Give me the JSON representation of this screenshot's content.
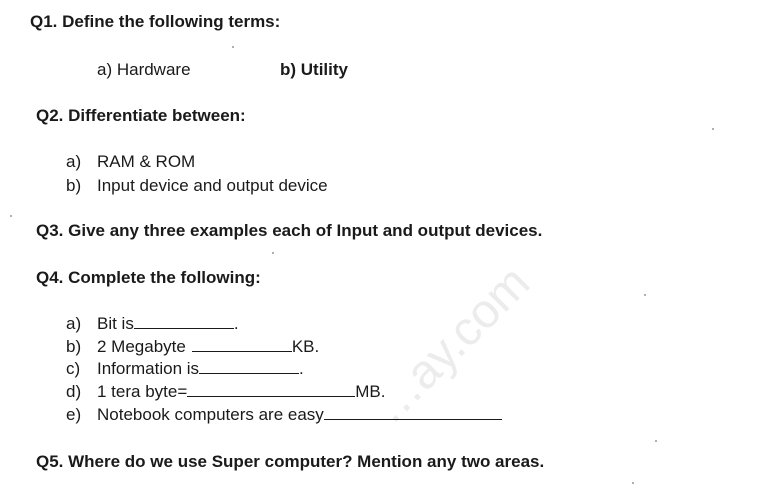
{
  "q1": {
    "title": "Q1. Define the following terms:",
    "a": "a) Hardware",
    "b": "b) Utility"
  },
  "q2": {
    "title": "Q2. Differentiate between:",
    "items": [
      {
        "label": "a)",
        "text": "RAM & ROM"
      },
      {
        "label": "b)",
        "text": "Input device and output device"
      }
    ]
  },
  "q3": {
    "title": "Q3. Give any three examples each of Input and output devices."
  },
  "q4": {
    "title": "Q4. Complete the following:",
    "items": [
      {
        "label": "a)",
        "before": "Bit is",
        "after": "."
      },
      {
        "label": "b)",
        "before": "2 Megabyte",
        "after": "KB."
      },
      {
        "label": "c)",
        "before": "Information is",
        "after": "."
      },
      {
        "label": "d)",
        "before": "1 tera byte=",
        "after": "MB."
      },
      {
        "label": "e)",
        "before": "Notebook computers are easy",
        "after": ""
      }
    ]
  },
  "q5": {
    "title": "Q5. Where do we use Super computer? Mention any two areas."
  },
  "watermark": "…ay.com"
}
